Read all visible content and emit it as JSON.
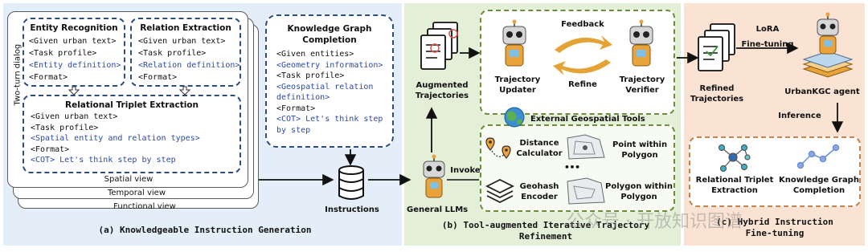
{
  "panel_a": {
    "side_label": "Two-turn dialog",
    "entity_recognition": {
      "title": "Entity Recognition",
      "lines": [
        "<Given urban text>",
        "<Task profile>",
        "<Entity definition>",
        "<Format>"
      ]
    },
    "relation_extraction": {
      "title": "Relation Extraction",
      "lines": [
        "<Given urban text>",
        "<Task profile>",
        "<Relation definition>",
        "<Format>"
      ]
    },
    "relational_triplet": {
      "title": "Relational Triplet Extraction",
      "lines": [
        "<Given urban text>",
        "<Task profile>",
        "<Spatial entity and relation types>",
        "<Format>",
        "<COT> Let's think step by step"
      ]
    },
    "kg_completion": {
      "title_1": "Knowledge Graph",
      "title_2": "Completion",
      "lines": [
        "<Given entities>",
        "<Geometry information>",
        "<Task profile>",
        "<Geospatial relation",
        "definition>",
        "<Format>",
        "<COT> Let's think step",
        "by step"
      ]
    },
    "views": [
      "Spatial view",
      "Temporal view",
      "Functional view"
    ],
    "instructions_label": "Instructions",
    "caption": "(a) Knowledgeable Instruction Generation"
  },
  "panel_b": {
    "augmented_1": "Augmented",
    "augmented_2": "Trajectories",
    "feedback": "Feedback",
    "refine": "Refine",
    "updater_1": "Trajectory",
    "updater_2": "Updater",
    "verifier_1": "Trajectory",
    "verifier_2": "Verifier",
    "tools_title": "External Geospatial Tools",
    "tool_distance_1": "Distance",
    "tool_distance_2": "Calculator",
    "tool_point_1": "Point within",
    "tool_point_2": "Polygon",
    "tool_geohash_1": "Geohash",
    "tool_geohash_2": "Encoder",
    "tool_polygon_1": "Polygon within",
    "tool_polygon_2": "Polygon",
    "ellipsis": "•••",
    "invoke": "Invoke",
    "general_llms": "General LLMs",
    "caption_1": "(b) Tool-augmented Iterative Trajectory",
    "caption_2": "Refinement"
  },
  "panel_c": {
    "lora_1": "LoRA",
    "lora_2": "Fine-tuning",
    "refined_1": "Refined",
    "refined_2": "Trajectories",
    "agent": "UrbanKGC agent",
    "inference": "Inference",
    "rte_1": "Relational Triplet",
    "rte_2": "Extraction",
    "kgc_1": "Knowledge Graph",
    "kgc_2": "Completion",
    "caption_1": "(c) Hybrid Instruction",
    "caption_2": "Fine-tuning"
  },
  "watermark": "公众号 · 开放知识图谱",
  "colors": {
    "panel_a": "#e3eef8",
    "panel_b": "#e4efd8",
    "panel_c": "#fbe3d3",
    "arrow_orange": "#e5a335",
    "blue_text": "#2b4aa3"
  }
}
